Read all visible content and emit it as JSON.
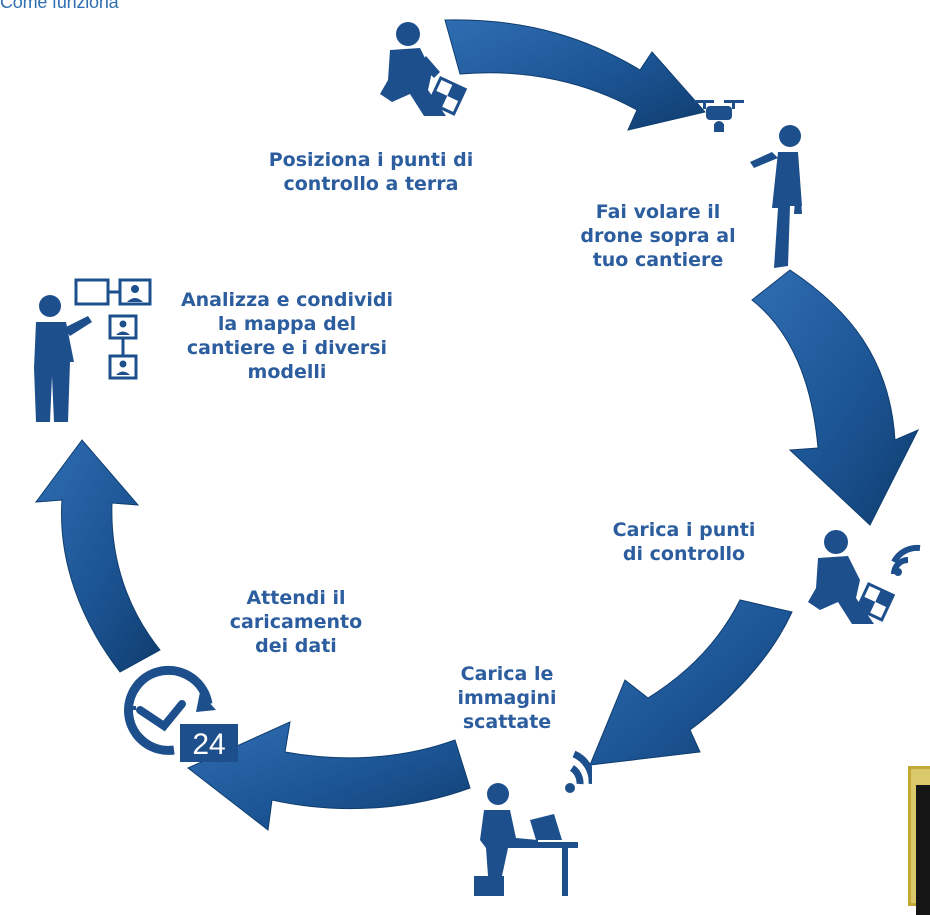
{
  "header": {
    "title": "Come funziona"
  },
  "colors": {
    "arrow_dark": "#0f3d6e",
    "arrow_mid": "#1c5595",
    "arrow_light": "#2f6db2",
    "label": "#2c5d9e",
    "icon": "#1d4f8c"
  },
  "steps": [
    {
      "label_lines": [
        "Posiziona i punti di",
        "controllo a terra"
      ],
      "icon": "kneeling-person-placing-marker-icon"
    },
    {
      "label_lines": [
        "Fai volare il",
        "drone sopra al",
        "tuo cantiere"
      ],
      "icon": "person-flying-drone-icon"
    },
    {
      "label_lines": [
        "Carica i punti",
        "di controllo"
      ],
      "icon": "kneeling-person-marker-wifi-icon"
    },
    {
      "label_lines": [
        "Carica le",
        "immagini",
        "scattate"
      ],
      "icon": "person-at-laptop-wifi-icon"
    },
    {
      "label_lines": [
        "Attendi il",
        "caricamento",
        "dei dati"
      ],
      "icon": "clock-24-icon"
    },
    {
      "label_lines": [
        "Analizza e condividi",
        "la mappa del",
        "cantiere e i diversi",
        "modelli"
      ],
      "icon": "person-presenting-flowchart-icon"
    }
  ]
}
